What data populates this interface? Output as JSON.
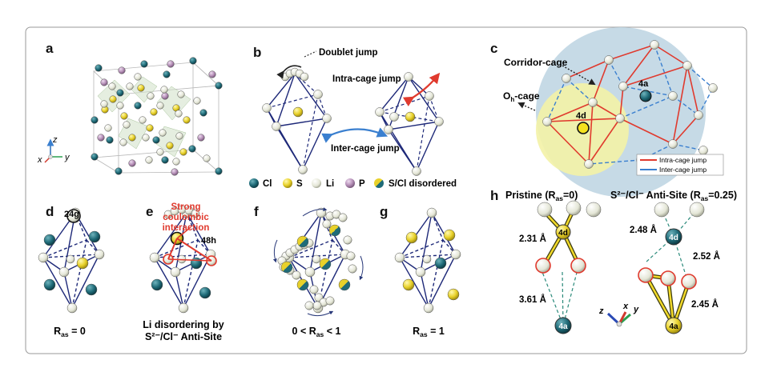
{
  "panels": {
    "a": "a",
    "b": "b",
    "c": "c",
    "d": "d",
    "e": "e",
    "f": "f",
    "g": "g",
    "h": "h"
  },
  "axes_a": {
    "z": "z",
    "y": "y",
    "x": "x"
  },
  "panel_b": {
    "doublet_jump": "Doublet jump",
    "intra_cage_jump": "Intra-cage jump",
    "inter_cage_jump": "Inter-cage jump"
  },
  "panel_c": {
    "corridor_cage": "Corridor-cage",
    "oh_cage_main": "O",
    "oh_cage_sub": "h",
    "oh_cage_rest": "-cage",
    "site_4a": "4a",
    "site_4d": "4d",
    "legend_intra": "Intra-cage jump",
    "legend_inter": "Inter-cage jump"
  },
  "legend": {
    "cl": "Cl",
    "s": "S",
    "li": "Li",
    "p": "P",
    "s_cl": "S/Cl disordered"
  },
  "panel_d": {
    "site": "24g",
    "caption_main": "R",
    "caption_sub": "as",
    "caption_rest": " = 0"
  },
  "panel_e": {
    "strong_line1": "Strong",
    "strong_line2": "coulombic",
    "strong_line3": "interaction",
    "site": "48h",
    "caption_line1": "Li disordering by",
    "caption_line2": "S²⁻/Cl⁻ Anti-Site"
  },
  "panel_f": {
    "caption": "0 < R",
    "caption_sub": "as",
    "caption_rest": " < 1"
  },
  "panel_g": {
    "caption_main": "R",
    "caption_sub": "as",
    "caption_rest": " = 1"
  },
  "panel_h": {
    "pristine_title": "Pristine (R",
    "pristine_sub": "as",
    "pristine_rest": "=0)",
    "antisite_title": "S²⁻/Cl⁻ Anti-Site (R",
    "antisite_sub": "as",
    "antisite_rest": "=0.25)",
    "d1": "2.31 Å",
    "d2": "3.61 Å",
    "d3": "2.48 Å",
    "d4": "2.52 Å",
    "d5": "2.45 Å",
    "site_4d_left": "4d",
    "site_4a_left": "4a",
    "site_4d_right": "4d",
    "site_4a_right": "4a",
    "axis_z": "z",
    "axis_x": "x",
    "axis_y": "y"
  },
  "colors": {
    "cl": "#1f6b78",
    "s": "#e8d12a",
    "li": "#e9ecdf",
    "p": "#b58fb7",
    "edge": "#1d2878",
    "red": "#e03a2e",
    "blue": "#3a7fcf",
    "yellow_halo": "#f4f3a8",
    "blue_halo": "#bcd4e2"
  }
}
